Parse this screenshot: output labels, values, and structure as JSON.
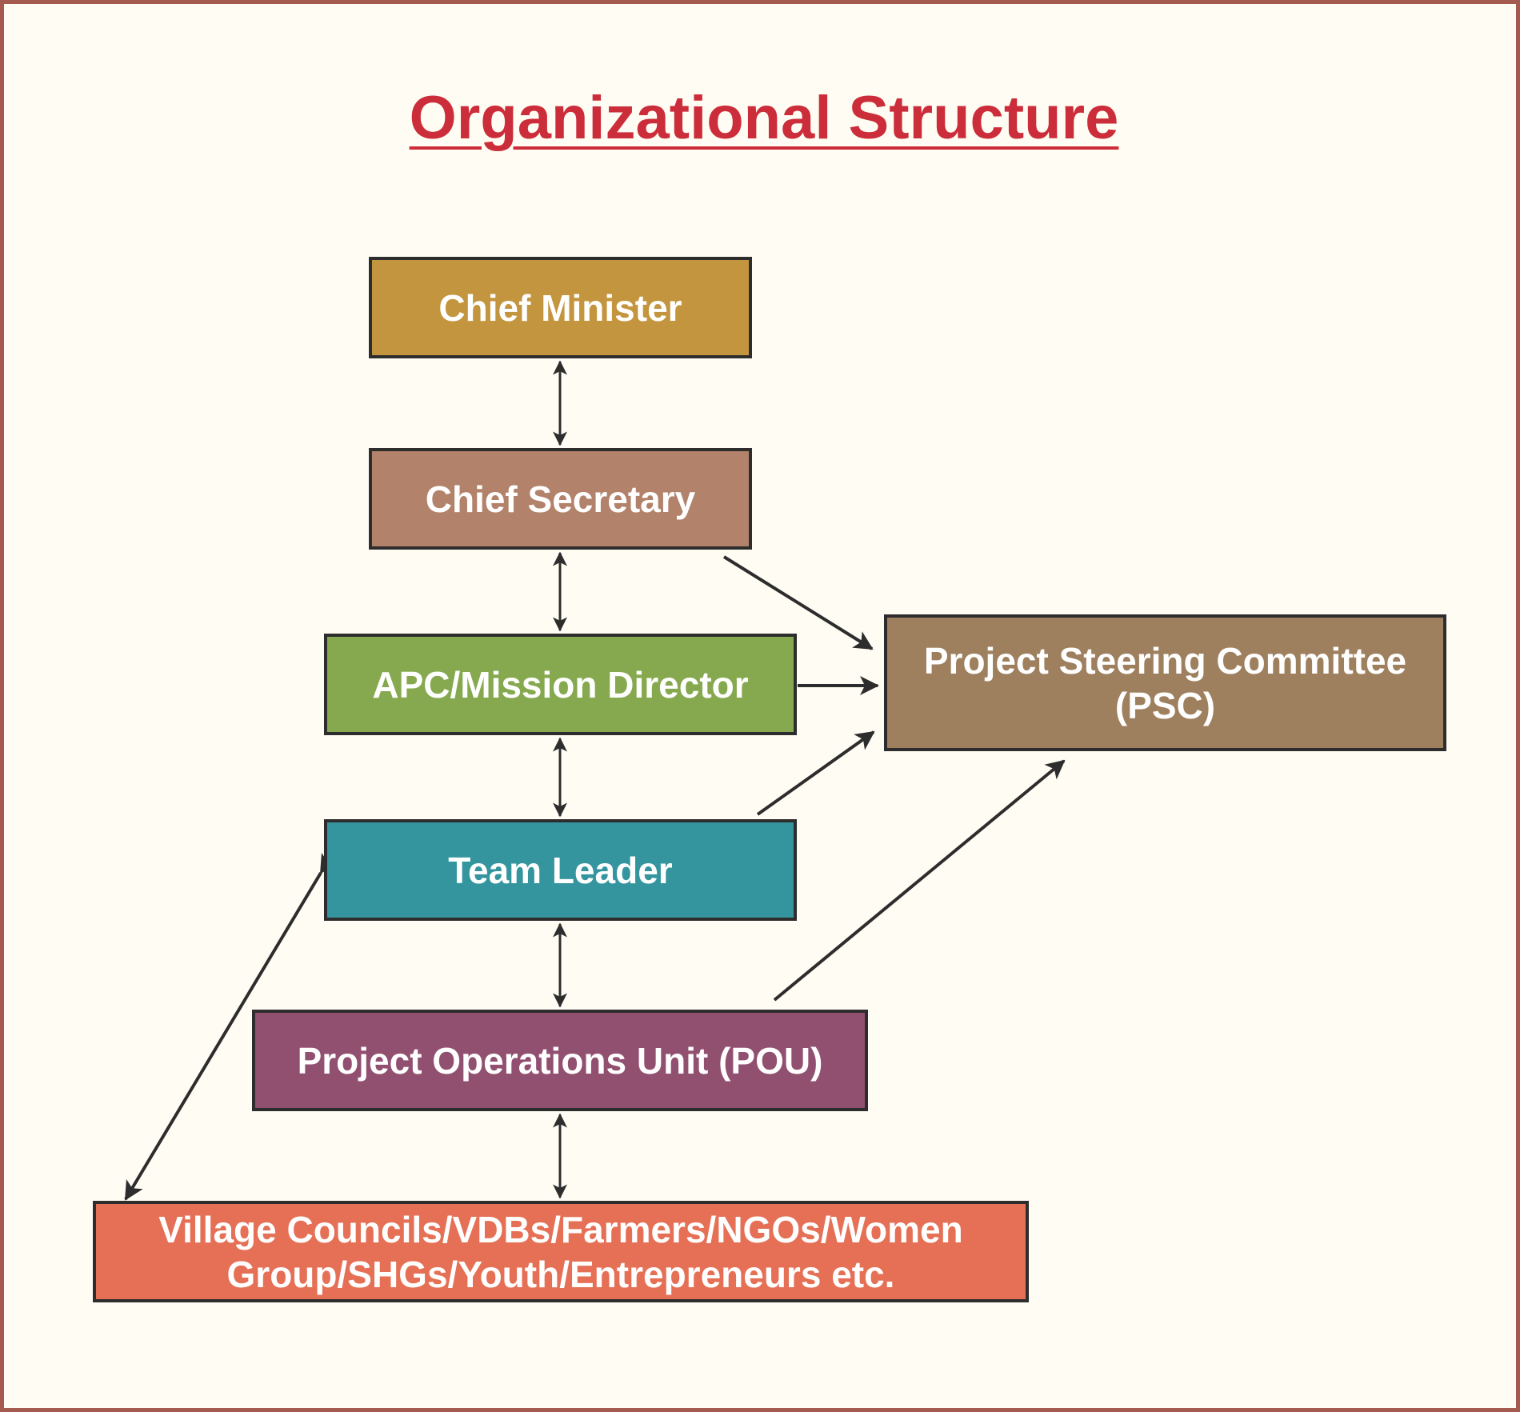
{
  "title": "Organizational Structure",
  "nodes": {
    "chief_minister": {
      "label": "Chief Minister",
      "color": "#c4953f"
    },
    "chief_secretary": {
      "label": "Chief Secretary",
      "color": "#b2826a"
    },
    "apc_mission_director": {
      "label": "APC/Mission Director",
      "color": "#86a94f"
    },
    "team_leader": {
      "label": "Team Leader",
      "color": "#35959e"
    },
    "pou": {
      "label": "Project Operations Unit (POU)",
      "color": "#925070"
    },
    "village_councils": {
      "label": "Village Councils/VDBs/Farmers/NGOs/Women\nGroup/SHGs/Youth/Entrepreneurs etc.",
      "color": "#e57055"
    },
    "psc": {
      "label": "Project Steering Committee\n(PSC)",
      "color": "#9e805f"
    }
  },
  "colors": {
    "frame": "#a45a4e",
    "background": "#fffdf3",
    "title": "#cc2d3a",
    "arrow": "#2d2d2d"
  },
  "connections": [
    {
      "from": "chief_minister",
      "to": "chief_secretary",
      "type": "bidirectional"
    },
    {
      "from": "chief_secretary",
      "to": "apc_mission_director",
      "type": "bidirectional"
    },
    {
      "from": "apc_mission_director",
      "to": "team_leader",
      "type": "bidirectional"
    },
    {
      "from": "team_leader",
      "to": "pou",
      "type": "bidirectional"
    },
    {
      "from": "pou",
      "to": "village_councils",
      "type": "bidirectional"
    },
    {
      "from": "team_leader",
      "to": "village_councils",
      "type": "bidirectional"
    },
    {
      "from": "chief_secretary",
      "to": "psc",
      "type": "directed"
    },
    {
      "from": "apc_mission_director",
      "to": "psc",
      "type": "directed"
    },
    {
      "from": "team_leader",
      "to": "psc",
      "type": "directed"
    },
    {
      "from": "pou",
      "to": "psc",
      "type": "directed"
    }
  ]
}
